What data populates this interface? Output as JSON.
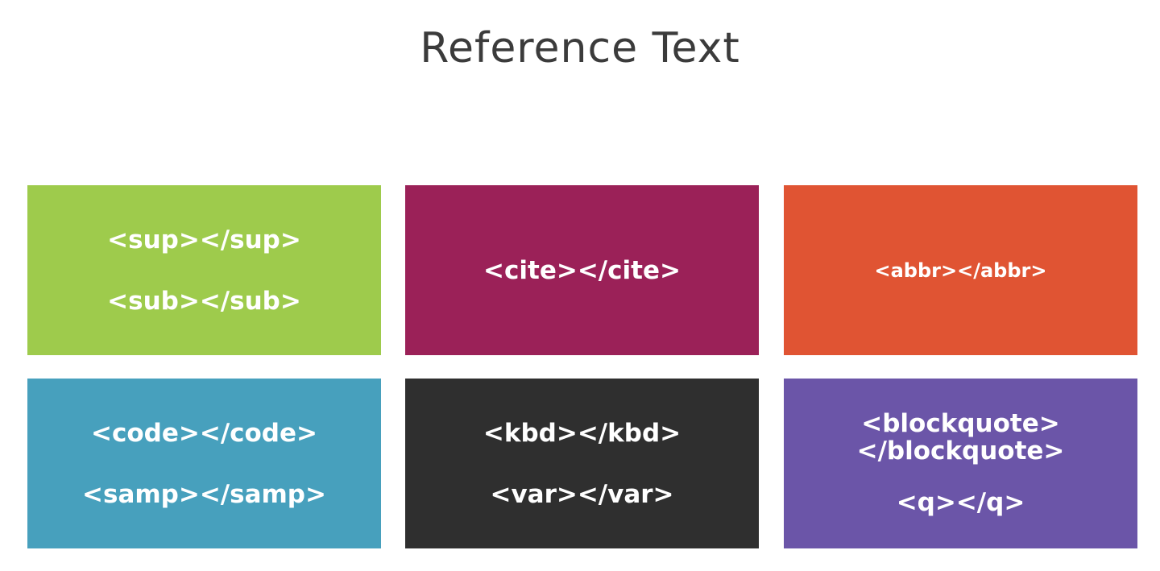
{
  "title": "Reference Text",
  "colors": {
    "green": "#9ecb4c",
    "magenta": "#9b2158",
    "orange": "#e05433",
    "blue": "#47a0bd",
    "dark": "#2f2f2f",
    "purple": "#6b55a8"
  },
  "tiles": [
    {
      "lines": [
        "<sup></sup>",
        "<sub></sub>"
      ]
    },
    {
      "lines": [
        "<cite></cite>"
      ]
    },
    {
      "lines": [
        "<abbr></abbr>"
      ]
    },
    {
      "lines": [
        "<code></code>",
        "<samp></samp>"
      ]
    },
    {
      "lines": [
        "<kbd></kbd>",
        "<var></var>"
      ]
    },
    {
      "lines": [
        "<blockquote>",
        "</blockquote>",
        "<q></q>"
      ]
    }
  ]
}
